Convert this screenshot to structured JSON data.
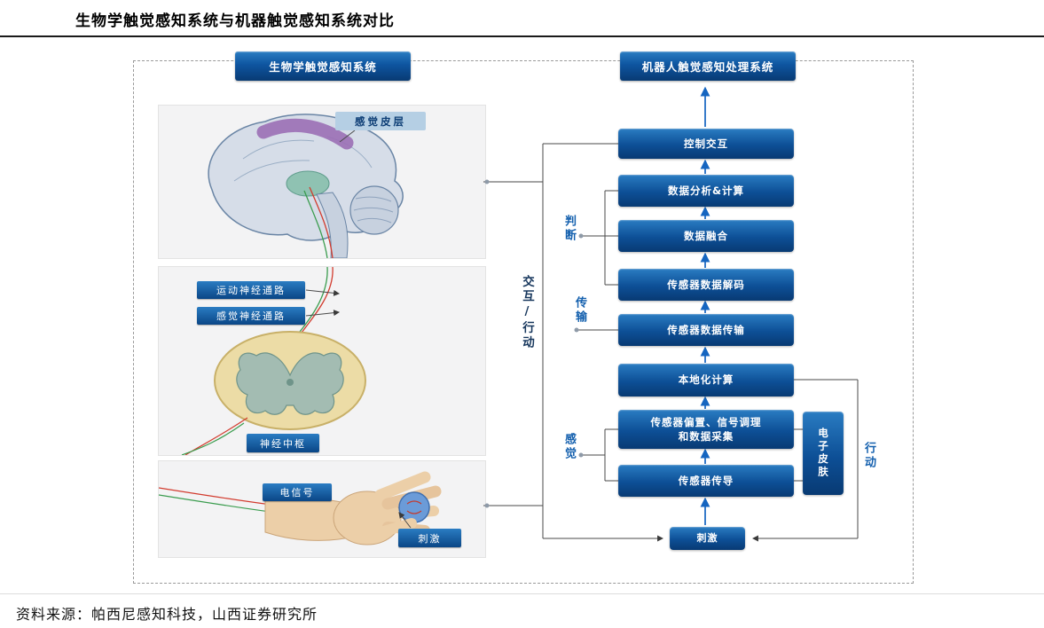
{
  "title": "生物学触觉感知系统与机器触觉感知系统对比",
  "source": "资料来源：帕西尼感知科技，山西证券研究所",
  "bio": {
    "header": "生物学触觉感知系统",
    "cortex_label": "感觉皮层",
    "motor_label": "运动神经通路",
    "sensory_label": "感觉神经通路",
    "center_label": "神经中枢",
    "signal_label": "电信号",
    "stimulus_label": "刺激"
  },
  "flow": {
    "interact": "交互/行动",
    "judge": "判断",
    "transmit": "传输",
    "sense": "感觉",
    "action": "行动"
  },
  "machine": {
    "header": "机器人触觉感知处理系统",
    "boxes": [
      "控制交互",
      "数据分析&计算",
      "数据融合",
      "传感器数据解码",
      "传感器数据传输",
      "本地化计算",
      "传感器偏置、信号调理\n和数据采集",
      "传感器传导"
    ],
    "eskin": "电子皮肤",
    "stimulus": "刺激"
  },
  "colors": {
    "box_gradient_top": "#2a7cc2",
    "box_gradient_bottom": "#083a73",
    "arrow_blue": "#1565c0",
    "cortex_label_bg": "#b5cfe4",
    "nerve_red": "#d23b2e",
    "nerve_green": "#3a9c4e",
    "ball_blue": "#6b9bd8"
  }
}
